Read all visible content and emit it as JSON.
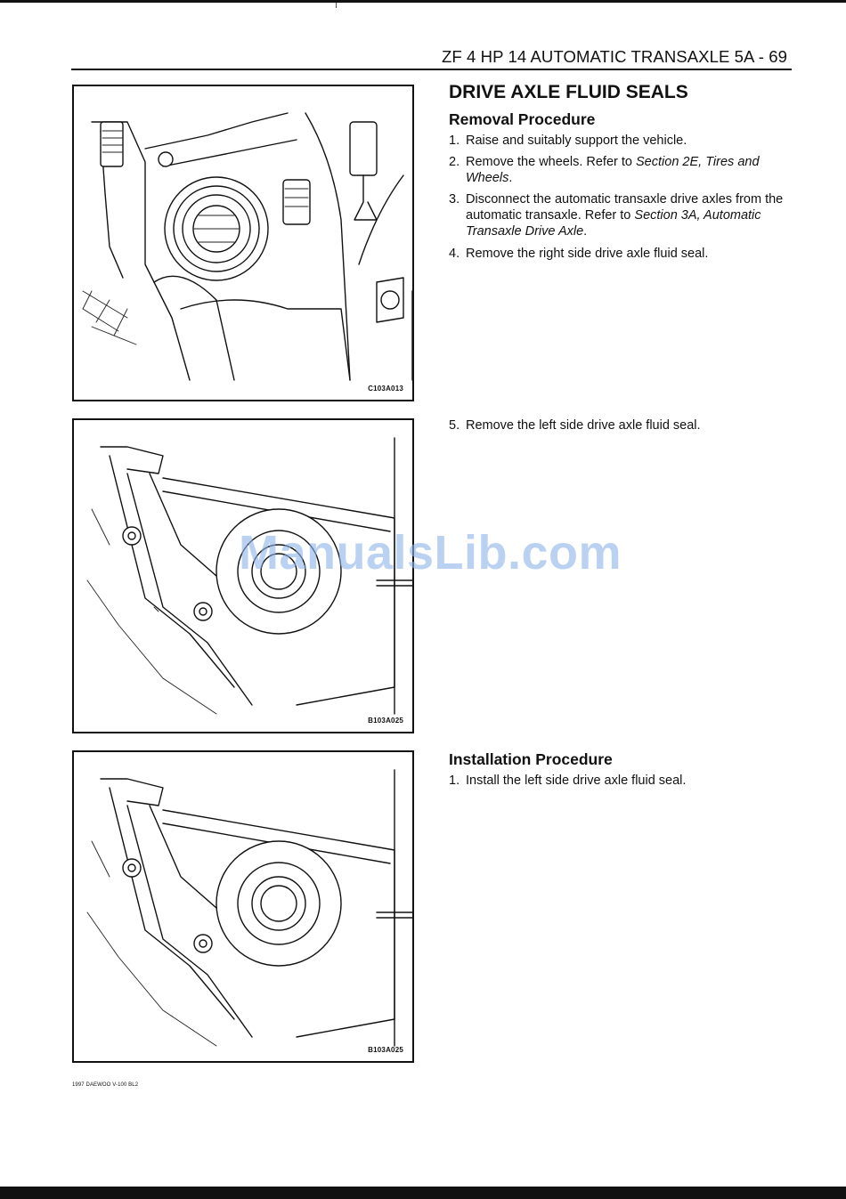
{
  "header": {
    "title": "ZF 4 HP 14 AUTOMATIC TRANSAXLE  5A - 69"
  },
  "section": {
    "title": "DRIVE AXLE FLUID SEALS"
  },
  "removal": {
    "heading": "Removal Procedure",
    "steps": [
      {
        "num": "1.",
        "text": "Raise and suitably support the vehicle."
      },
      {
        "num": "2.",
        "text": "Remove the wheels. Refer to ",
        "ref": "Section 2E, Tires and Wheels",
        "after": "."
      },
      {
        "num": "3.",
        "text": "Disconnect the automatic transaxle drive axles from the automatic transaxle. Refer to ",
        "ref": "Section 3A, Automatic Transaxle Drive Axle",
        "after": "."
      },
      {
        "num": "4.",
        "text": "Remove the right side drive axle fluid seal."
      },
      {
        "num": "5.",
        "text": "Remove the left side drive axle fluid seal."
      }
    ]
  },
  "installation": {
    "heading": "Installation Procedure",
    "steps": [
      {
        "num": "1.",
        "text": "Install the left side drive axle fluid seal."
      }
    ]
  },
  "figures": [
    {
      "code": "C103A013"
    },
    {
      "code": "B103A025"
    },
    {
      "code": "B103A025"
    }
  ],
  "watermark": "ManualsLib.com",
  "footer": {
    "note": "1997 DAEWOO V-100 BL2"
  },
  "colors": {
    "watermark": "#8fb4ea",
    "ink": "#111111"
  }
}
